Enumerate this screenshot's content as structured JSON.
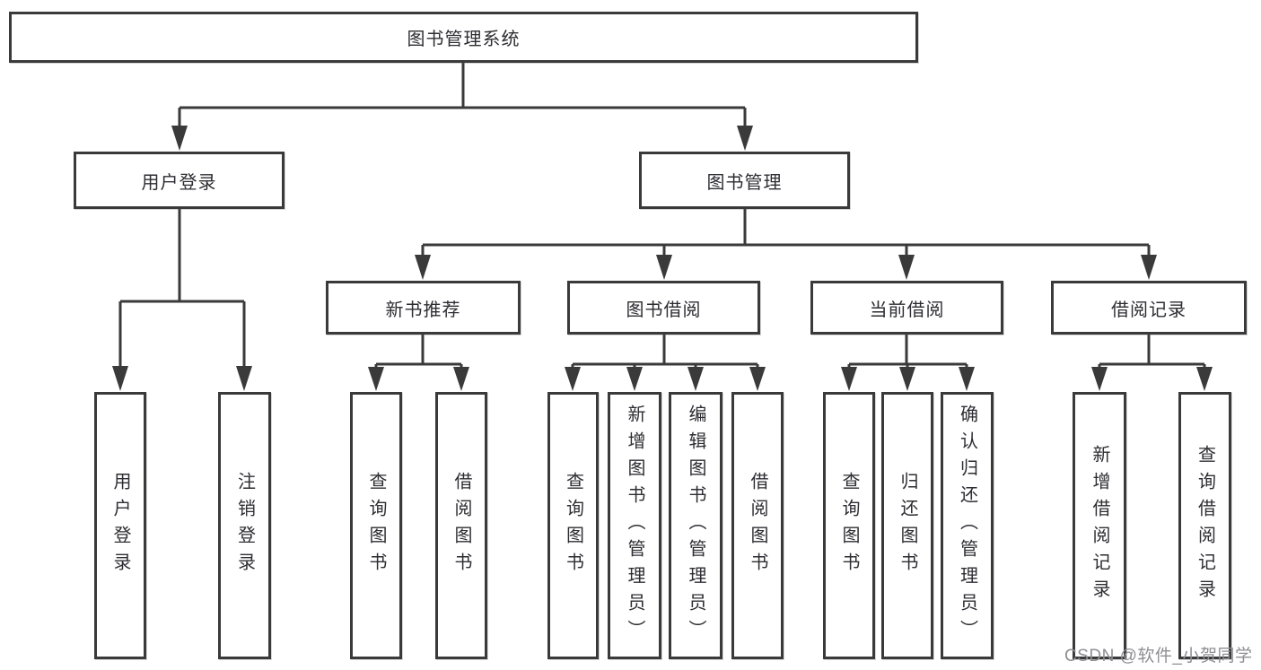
{
  "diagram": {
    "title": "图书管理系统",
    "root": {
      "label": "图书管理系统"
    },
    "level2": [
      {
        "label": "用户登录"
      },
      {
        "label": "图书管理"
      }
    ],
    "level3": [
      {
        "label": "新书推荐"
      },
      {
        "label": "图书借阅"
      },
      {
        "label": "当前借阅"
      },
      {
        "label": "借阅记录"
      }
    ],
    "leaves": [
      {
        "label": "用户登录",
        "parent": "用户登录"
      },
      {
        "label": "注销登录",
        "parent": "用户登录"
      },
      {
        "label": "查询图书",
        "parent": "新书推荐"
      },
      {
        "label": "借阅图书",
        "parent": "新书推荐"
      },
      {
        "label": "查询图书",
        "parent": "图书借阅"
      },
      {
        "label": "新增图书（管理员）",
        "parent": "图书借阅"
      },
      {
        "label": "编辑图书（管理员）",
        "parent": "图书借阅"
      },
      {
        "label": "借阅图书",
        "parent": "图书借阅"
      },
      {
        "label": "查询图书",
        "parent": "当前借阅"
      },
      {
        "label": "归还图书",
        "parent": "当前借阅"
      },
      {
        "label": "确认归还（管理员）",
        "parent": "当前借阅"
      },
      {
        "label": "新增借阅记录",
        "parent": "借阅记录"
      },
      {
        "label": "查询借阅记录",
        "parent": "借阅记录"
      }
    ],
    "watermark": "CSDN @软件_小贺同学",
    "colors": {
      "line": "#3a3a3a",
      "box_border": "#3a3a3a",
      "text": "#2d2d33",
      "watermark": "#8f8f94",
      "background": "#ffffff"
    }
  }
}
